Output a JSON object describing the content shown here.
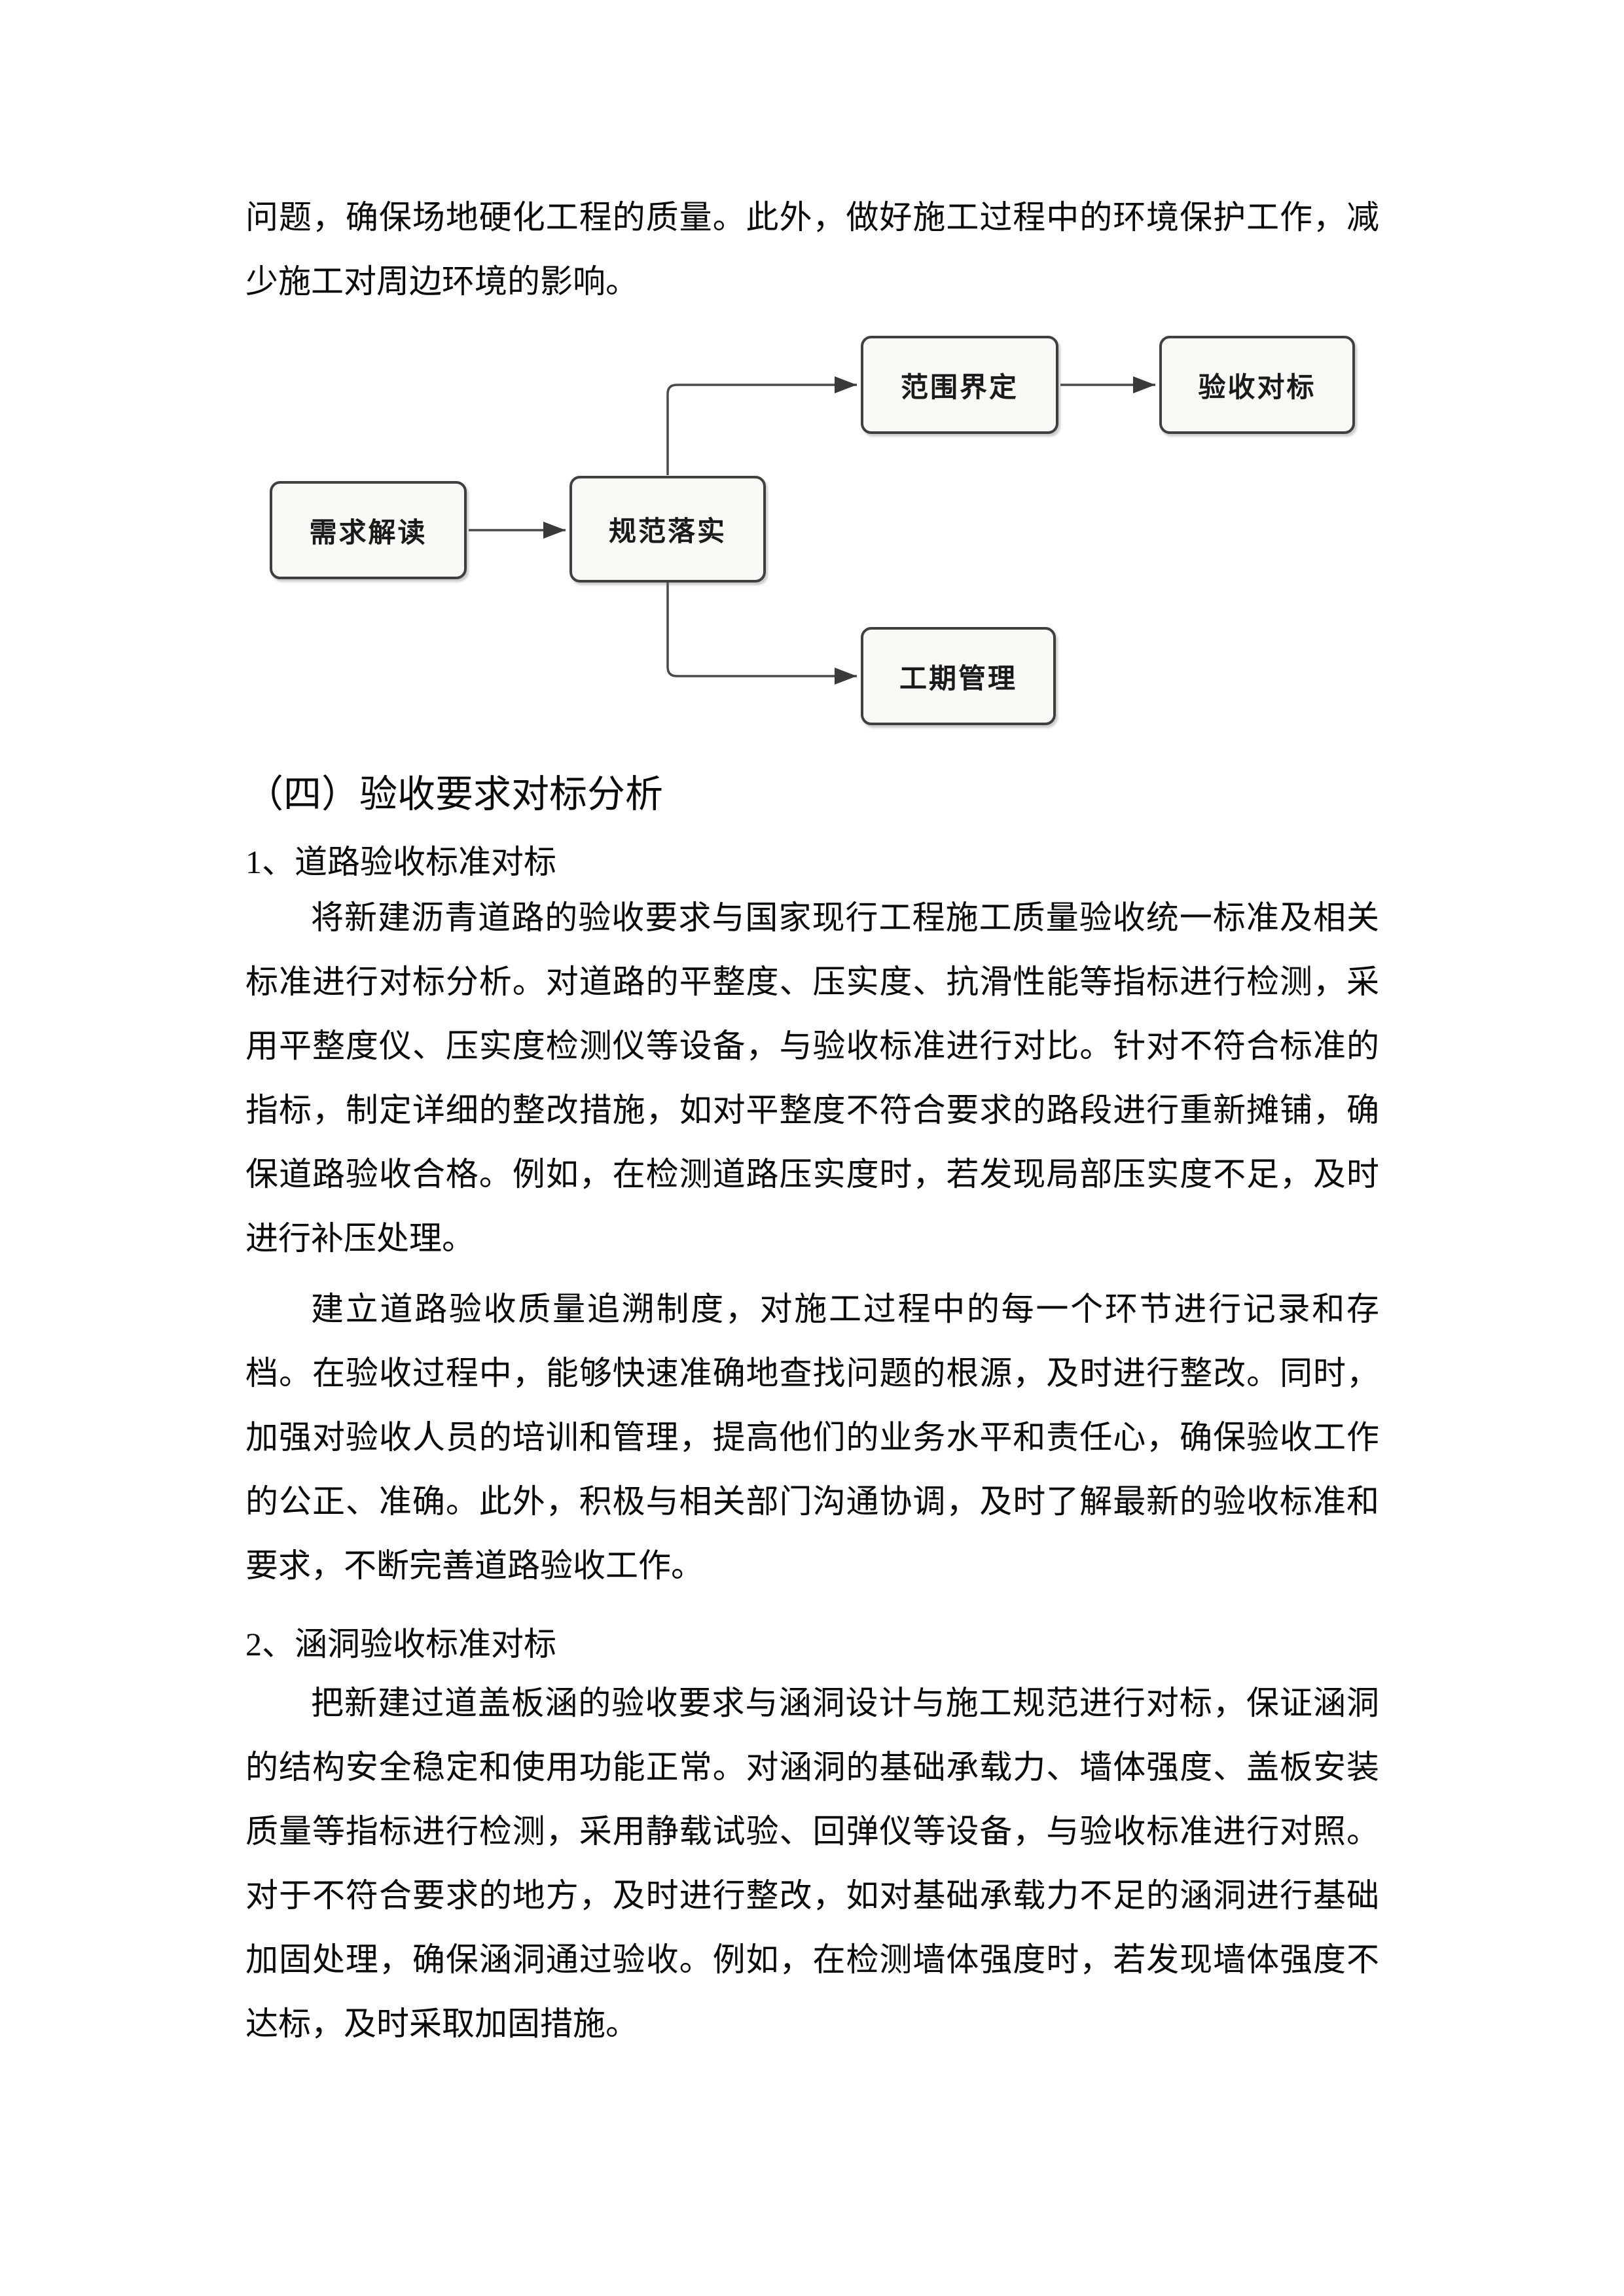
{
  "page": {
    "intro_paragraph": "问题，确保场地硬化工程的质量。此外，做好施工过程中的环境保护工作，减少施工对周边环境的影响。",
    "flowchart": {
      "nodes": [
        {
          "id": "needs",
          "label": "需求解读"
        },
        {
          "id": "spec",
          "label": "规范落实"
        },
        {
          "id": "scope",
          "label": "范围界定"
        },
        {
          "id": "benchmark",
          "label": "验收对标"
        },
        {
          "id": "schedule",
          "label": "工期管理"
        }
      ],
      "edges": [
        {
          "from": "需求解读",
          "to": "规范落实"
        },
        {
          "from": "规范落实",
          "to": "范围界定"
        },
        {
          "from": "范围界定",
          "to": "验收对标"
        },
        {
          "from": "规范落实",
          "to": "工期管理"
        }
      ],
      "colors": {
        "box_fill": "#f8f8f5",
        "box_border": "#3f3f3f",
        "connector": "#4a4a4a",
        "label": "#1a1a1a"
      }
    },
    "section_heading": "（四）验收要求对标分析",
    "sub1": {
      "title": "1、道路验收标准对标",
      "para1": "将新建沥青道路的验收要求与国家现行工程施工质量验收统一标准及相关标准进行对标分析。对道路的平整度、压实度、抗滑性能等指标进行检测，采用平整度仪、压实度检测仪等设备，与验收标准进行对比。针对不符合标准的指标，制定详细的整改措施，如对平整度不符合要求的路段进行重新摊铺，确保道路验收合格。例如，在检测道路压实度时，若发现局部压实度不足，及时进行补压处理。",
      "para2": "建立道路验收质量追溯制度，对施工过程中的每一个环节进行记录和存档。在验收过程中，能够快速准确地查找问题的根源，及时进行整改。同时，加强对验收人员的培训和管理，提高他们的业务水平和责任心，确保验收工作的公正、准确。此外，积极与相关部门沟通协调，及时了解最新的验收标准和要求，不断完善道路验收工作。"
    },
    "sub2": {
      "title": "2、涵洞验收标准对标",
      "para1": "把新建过道盖板涵的验收要求与涵洞设计与施工规范进行对标，保证涵洞的结构安全稳定和使用功能正常。对涵洞的基础承载力、墙体强度、盖板安装质量等指标进行检测，采用静载试验、回弹仪等设备，与验收标准进行对照。对于不符合要求的地方，及时进行整改，如对基础承载力不足的涵洞进行基础加固处理，确保涵洞通过验收。例如，在检测墙体强度时，若发现墙体强度不达标，及时采取加固措施。"
    }
  }
}
